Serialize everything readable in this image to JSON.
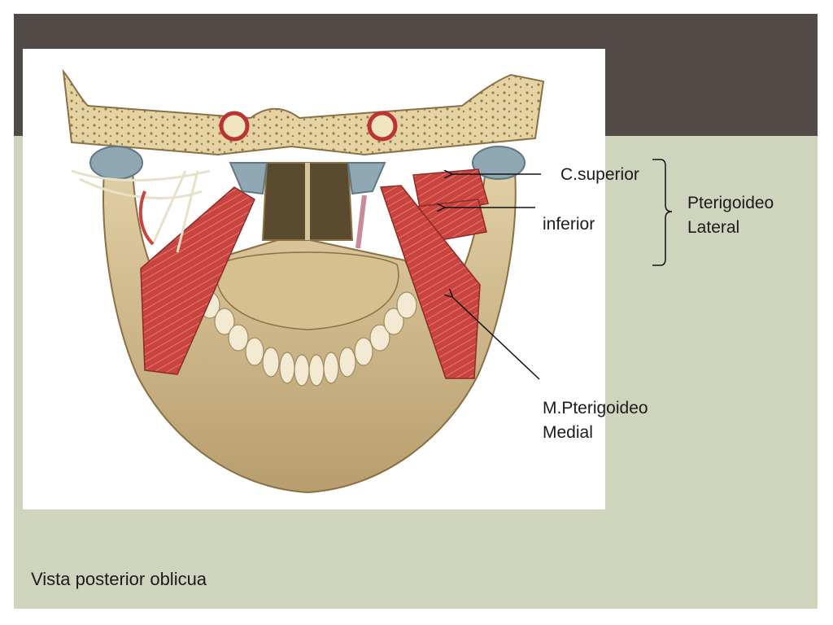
{
  "slide": {
    "colors": {
      "title_band": "#524a46",
      "background": "#cfd4bd",
      "bone": "#d9c59a",
      "muscle": "#c9443f",
      "cartilage": "#8fa8b4"
    },
    "caption": "Vista posterior oblicua"
  },
  "labels": {
    "c_superior": "C.superior",
    "inferior": "inferior",
    "pterigoideo_lateral": [
      "Pterigoideo",
      "Lateral"
    ],
    "pterigoideo_medial": [
      "M.Pterigoideo",
      "Medial"
    ]
  }
}
